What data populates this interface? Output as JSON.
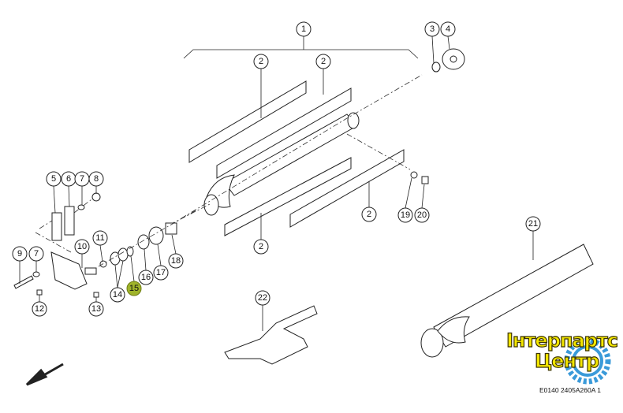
{
  "callouts": {
    "c1": "1",
    "c2a": "2",
    "c2b": "2",
    "c2c": "2",
    "c2d": "2",
    "c3": "3",
    "c4": "4",
    "c5": "5",
    "c6": "6",
    "c7a": "7",
    "c7b": "7",
    "c8": "8",
    "c9": "9",
    "c10": "10",
    "c11": "11",
    "c12": "12",
    "c13": "13",
    "c14": "14",
    "c15": "15",
    "c16": "16",
    "c17": "17",
    "c18": "18",
    "c19": "19",
    "c20": "20",
    "c21": "21",
    "c22": "22"
  },
  "highlighted_part": "15",
  "colors": {
    "highlight": "#9fb32a",
    "logo_text": "#f3e600",
    "logo_gear": "#3a9ad9"
  },
  "logo": {
    "line1": "Інтерпартс",
    "line2": "Центр"
  },
  "drawing_code": "E0140 2405A260A 1"
}
